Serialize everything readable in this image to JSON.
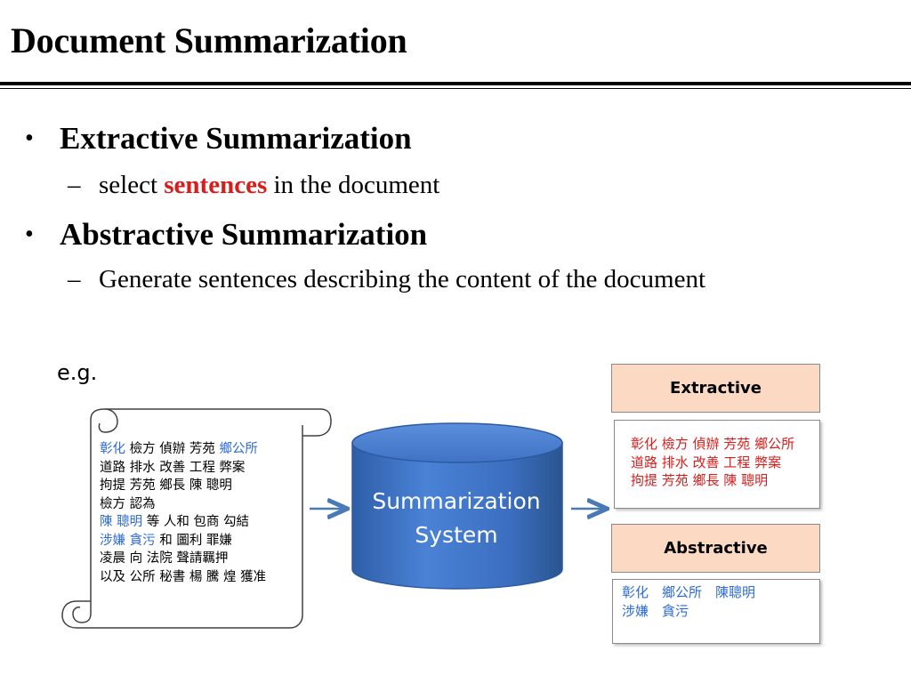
{
  "title": "Document Summarization",
  "bullets": [
    {
      "heading": "Extractive Summarization",
      "sub": {
        "before": "select ",
        "highlight": "sentences",
        "after": " in the document"
      }
    },
    {
      "heading": "Abstractive Summarization",
      "sub": {
        "before": "Generate sentences describing the content of the document"
      }
    }
  ],
  "example_label": "e.g.",
  "document": {
    "lines": [
      [
        {
          "t": "彰化",
          "c": "blue"
        },
        {
          "t": " 檢方 偵辦 芳苑 "
        },
        {
          "t": "鄉公所",
          "c": "blue"
        }
      ],
      [
        {
          "t": "道路 排水 改善 工程 弊案"
        }
      ],
      [
        {
          "t": "拘提 芳苑 鄉長 陳 聰明"
        }
      ],
      [
        {
          "t": "檢方 認為"
        }
      ],
      [
        {
          "t": "陳 聰明",
          "c": "blue"
        },
        {
          "t": " 等 人和 包商 勾結"
        }
      ],
      [
        {
          "t": "涉嫌 貪污",
          "c": "blue"
        },
        {
          "t": " 和 圖利 罪嫌"
        }
      ],
      [
        {
          "t": "凌晨 向 法院 聲請羈押"
        }
      ],
      [
        {
          "t": "以及 公所 秘書 楊 騰 煌 獲准"
        }
      ]
    ]
  },
  "system": {
    "line1": "Summarization",
    "line2": "System"
  },
  "extractive": {
    "header": "Extractive",
    "lines": [
      "彰化 檢方 偵辦 芳苑 鄉公所",
      "道路 排水 改善 工程 弊案",
      "拘提 芳苑 鄉長 陳 聰明"
    ]
  },
  "abstractive": {
    "header": "Abstractive",
    "lines": [
      "彰化　鄉公所　陳聰明",
      "涉嫌　貪污"
    ]
  },
  "colors": {
    "red": "#d81d1d",
    "blue": "#2e6bd6",
    "cylinder": "#3f72c4",
    "header_fill": "#fbd9c2",
    "arrow": "#4a7ab5"
  }
}
